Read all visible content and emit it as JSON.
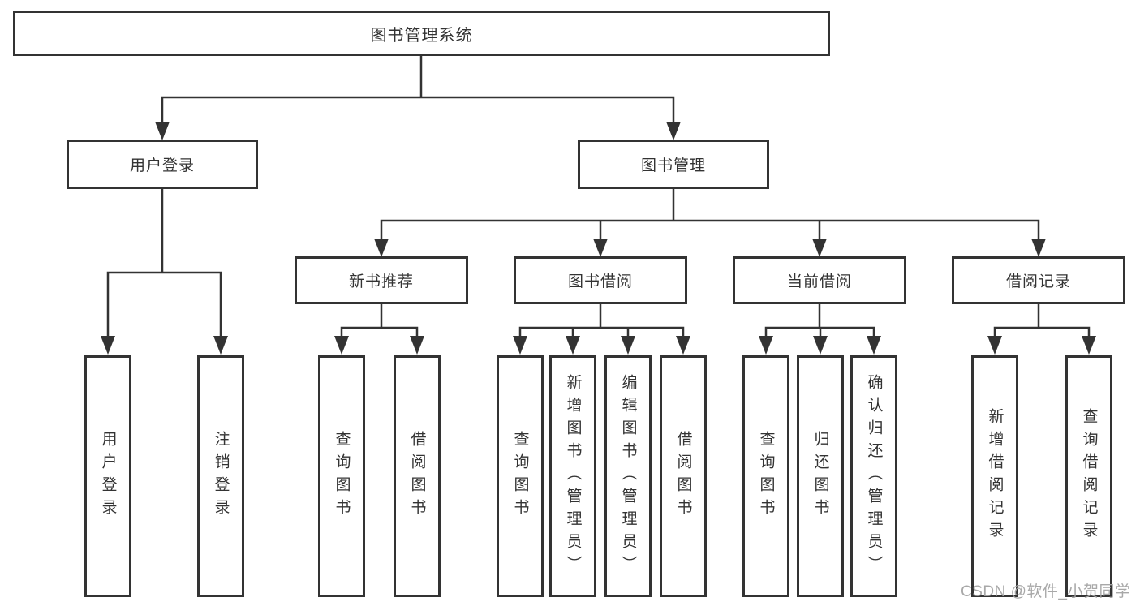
{
  "diagram": {
    "root": "图书管理系统",
    "branches": [
      {
        "label": "用户登录",
        "children": [
          "用户登录",
          "注销登录"
        ]
      },
      {
        "label": "图书管理",
        "modules": [
          {
            "label": "新书推荐",
            "children": [
              "查询图书",
              "借阅图书"
            ]
          },
          {
            "label": "图书借阅",
            "children": [
              "查询图书",
              "新增图书（管理员）",
              "编辑图书（管理员）",
              "借阅图书"
            ]
          },
          {
            "label": "当前借阅",
            "children": [
              "查询图书",
              "归还图书",
              "确认归还（管理员）"
            ]
          },
          {
            "label": "借阅记录",
            "children": [
              "新增借阅记录",
              "查询借阅记录"
            ]
          }
        ]
      }
    ]
  },
  "watermark": "CSDN @软件_小贺同学",
  "colors": {
    "line": "#333333",
    "text": "#333333",
    "box_background": "#ffffff",
    "watermark": "#a3a3a3"
  }
}
